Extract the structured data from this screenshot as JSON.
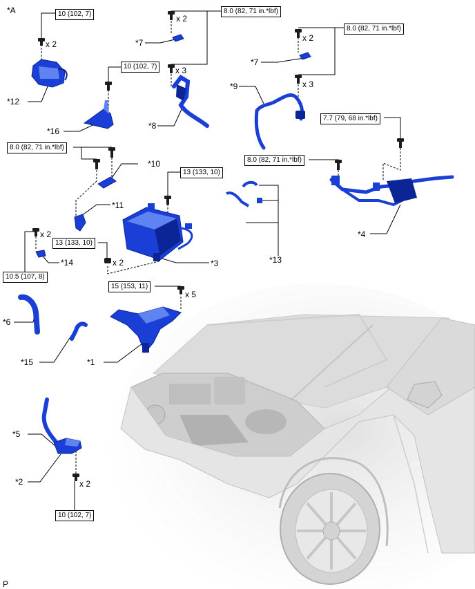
{
  "figure_label": "*A",
  "corner_mark": "P",
  "colors": {
    "part_blue": "#1a3fd6",
    "part_dark": "#0b2596",
    "part_light": "#5f83f0",
    "vehicle_gray": "#cfcfcf",
    "line": "#000000"
  },
  "callouts": [
    {
      "id": "c12",
      "text": "*12"
    },
    {
      "id": "c16",
      "text": "*16"
    },
    {
      "id": "c7a",
      "text": "*7"
    },
    {
      "id": "c8",
      "text": "*8"
    },
    {
      "id": "c7b",
      "text": "*7"
    },
    {
      "id": "c9",
      "text": "*9"
    },
    {
      "id": "c10",
      "text": "*10"
    },
    {
      "id": "c11",
      "text": "*11"
    },
    {
      "id": "c13",
      "text": "*13"
    },
    {
      "id": "c4",
      "text": "*4"
    },
    {
      "id": "c3",
      "text": "*3"
    },
    {
      "id": "c14",
      "text": "*14"
    },
    {
      "id": "c6",
      "text": "*6"
    },
    {
      "id": "c15",
      "text": "*15"
    },
    {
      "id": "c1",
      "text": "*1"
    },
    {
      "id": "c5",
      "text": "*5"
    },
    {
      "id": "c2",
      "text": "*2"
    }
  ],
  "torque_specs": [
    {
      "id": "t1",
      "text": "10 (102, 7)"
    },
    {
      "id": "t2",
      "text": "8.0 (82, 71 in.*lbf)"
    },
    {
      "id": "t3",
      "text": "8.0 (82, 71 in.*lbf)"
    },
    {
      "id": "t4",
      "text": "10 (102, 7)"
    },
    {
      "id": "t5",
      "text": "7.7 (79, 68 in.*lbf)"
    },
    {
      "id": "t6",
      "text": "8.0 (82, 71 in.*lbf)"
    },
    {
      "id": "t7",
      "text": "8.0 (82, 71 in.*lbf)"
    },
    {
      "id": "t8",
      "text": "13 (133, 10)"
    },
    {
      "id": "t9",
      "text": "13 (133, 10)"
    },
    {
      "id": "t10",
      "text": "10.5 (107, 8)"
    },
    {
      "id": "t11",
      "text": "15 (153, 11)"
    },
    {
      "id": "t12",
      "text": "10 (102, 7)"
    }
  ],
  "quantities": [
    {
      "id": "q1",
      "text": "x 2"
    },
    {
      "id": "q2",
      "text": "x 2"
    },
    {
      "id": "q3",
      "text": "x 3"
    },
    {
      "id": "q4",
      "text": "x 2"
    },
    {
      "id": "q5",
      "text": "x 3"
    },
    {
      "id": "q6",
      "text": "x 2"
    },
    {
      "id": "q7",
      "text": "x 2"
    },
    {
      "id": "q8",
      "text": "x 5"
    },
    {
      "id": "q9",
      "text": "x 2"
    }
  ]
}
